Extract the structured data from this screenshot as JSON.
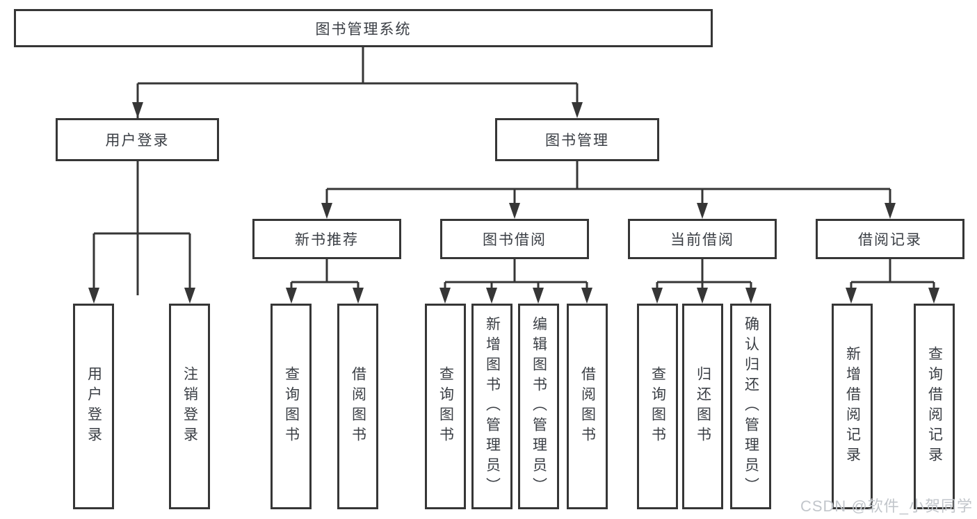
{
  "diagram": {
    "root_label": "图书管理系统",
    "branches": [
      {
        "label": "用户登录",
        "children": [
          {
            "label": "用户登录"
          },
          {
            "label": "注销登录"
          }
        ]
      },
      {
        "label": "图书管理",
        "children": [
          {
            "label": "新书推荐",
            "children": [
              {
                "label": "查询图书"
              },
              {
                "label": "借阅图书"
              }
            ]
          },
          {
            "label": "图书借阅",
            "children": [
              {
                "label": "查询图书"
              },
              {
                "label": "新增图书（管理员）"
              },
              {
                "label": "编辑图书（管理员）"
              },
              {
                "label": "借阅图书"
              }
            ]
          },
          {
            "label": "当前借阅",
            "children": [
              {
                "label": "查询图书"
              },
              {
                "label": "归还图书"
              },
              {
                "label": "确认归还（管理员）"
              }
            ]
          },
          {
            "label": "借阅记录",
            "children": [
              {
                "label": "新增借阅记录"
              },
              {
                "label": "查询借阅记录"
              }
            ]
          }
        ]
      }
    ]
  },
  "watermark": {
    "text": "CSDN @软件_小贺同学"
  },
  "colors": {
    "line": "#363636",
    "text": "#3a3e44",
    "watermark": "#c2c6cb",
    "background": "#ffffff"
  }
}
